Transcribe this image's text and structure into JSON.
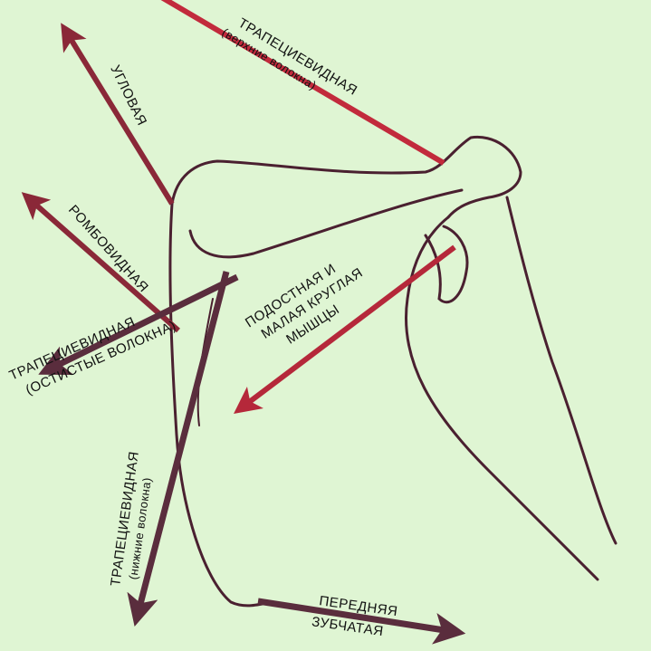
{
  "labels": {
    "trap_upper": "ТРАПЕЦИЕВИДНАЯ",
    "trap_upper_sub": "(верхние волокна)",
    "levator": "УГЛОВАЯ",
    "rhomboid": "РОМБОВИДНАЯ",
    "trap_spine": "ТРАПЕЦИЕВИДНАЯ",
    "trap_spine_sub": "(ОСТИСТЫЕ ВОЛОКНА)",
    "infra_1": "ПОДОСТНАЯ И",
    "infra_2": "МАЛАЯ КРУГЛАЯ",
    "infra_3": "МЫШЦЫ",
    "trap_lower": "ТРАПЕЦИЕВИДНАЯ",
    "trap_lower_sub": "(нижние волокна)",
    "serratus_1": "ПЕРЕДНЯЯ",
    "serratus_2": "ЗУБЧАТАЯ"
  },
  "colors": {
    "background": "#dff5d3",
    "bone": "#4a2030",
    "red": "#c22a3c",
    "maroon": "#8a2838",
    "dark": "#5a2d3d"
  }
}
